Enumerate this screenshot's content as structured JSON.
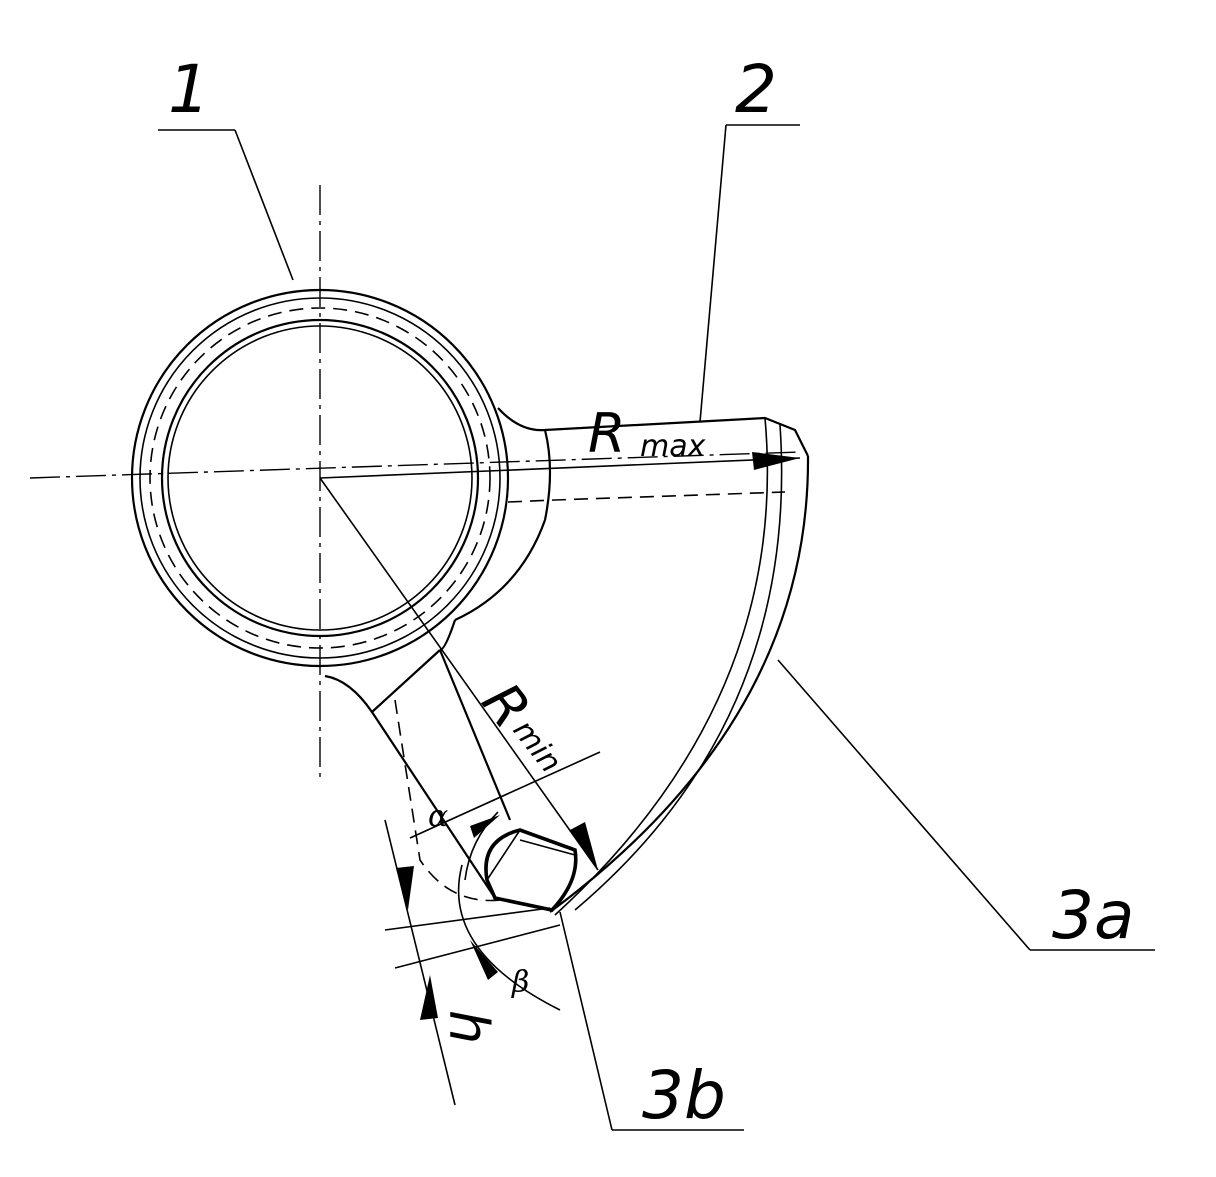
{
  "labels": {
    "part_1": "1",
    "part_2": "2",
    "part_3a": "3a",
    "part_3b": "3b"
  },
  "dimensions": {
    "r_max_main": "R",
    "r_max_sub": "max",
    "r_min_main": "R",
    "r_min_sub": "min",
    "h": "h",
    "alpha": "α",
    "beta": "β"
  }
}
